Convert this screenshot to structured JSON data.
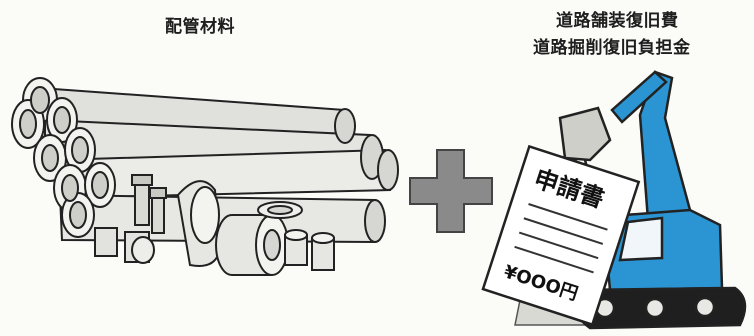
{
  "left": {
    "label": "配管材料"
  },
  "right": {
    "labels": [
      "道路舗装復旧費",
      "道路掘削復旧負担金"
    ]
  },
  "document": {
    "title": "申請書",
    "amount": "¥OOO円"
  },
  "colors": {
    "excavator": "#2b94d2",
    "plus": "#8a8a8a",
    "outline": "#222222"
  }
}
